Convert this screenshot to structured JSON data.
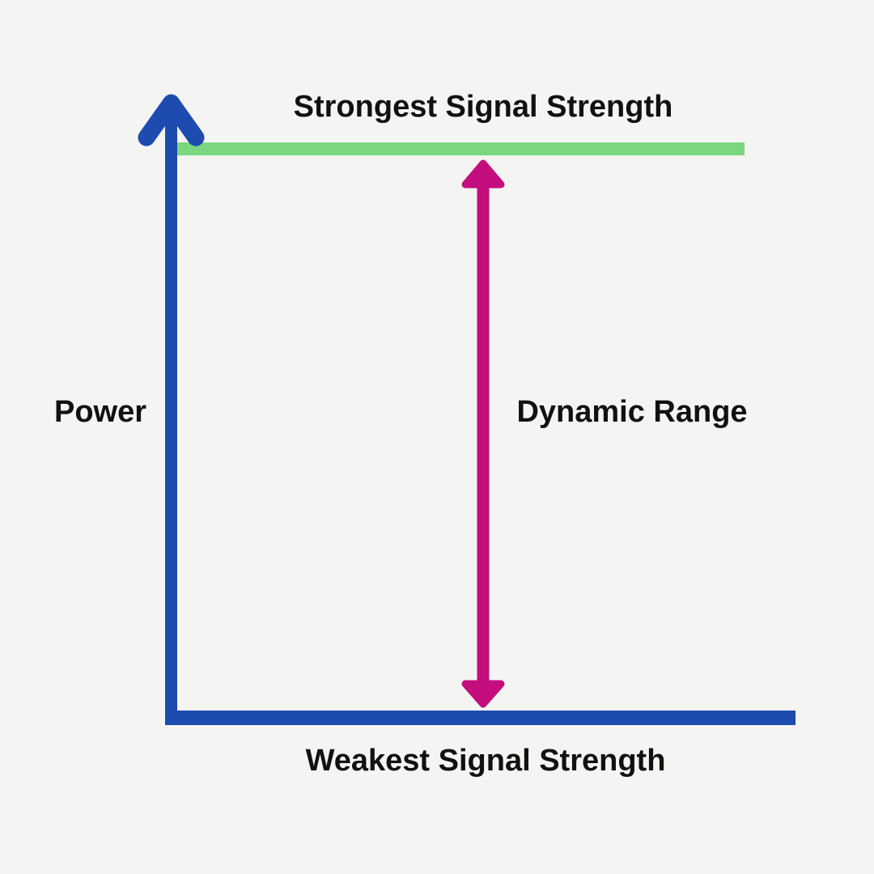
{
  "labels": {
    "strongest": "Strongest Signal Strength",
    "power": "Power",
    "dynamic_range": "Dynamic Range",
    "weakest": "Weakest Signal Strength"
  },
  "colors": {
    "background": "#F4F4F2",
    "axis_blue": "#1E4BAF",
    "strongest_line_green": "#7BD77F",
    "range_arrow_magenta": "#C40E7D",
    "text": "#111111"
  }
}
